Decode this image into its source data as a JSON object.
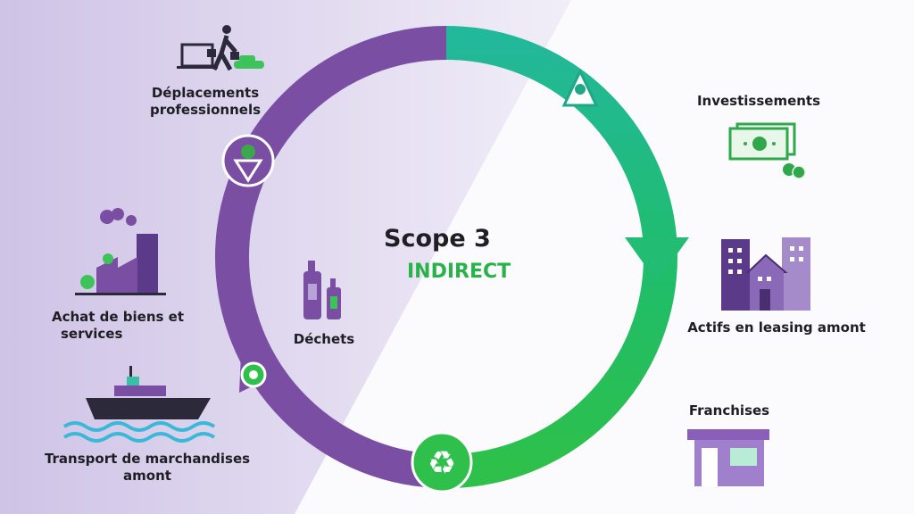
{
  "center": {
    "title": "Scope 3",
    "subtitle": "INDIRECT"
  },
  "categories": [
    {
      "label_line1": "Déplacements",
      "label_line2": "professionnels",
      "icon": "business-travel-icon"
    },
    {
      "label_line1": "Achat de biens et",
      "label_line2": "services",
      "icon": "factory-icon"
    },
    {
      "label_line1": "Transport de marchandises",
      "label_line2": "amont",
      "icon": "ship-icon"
    },
    {
      "label_line1": "Déchets",
      "icon": "bottles-icon"
    },
    {
      "label_line1": "Investissements",
      "icon": "money-icon"
    },
    {
      "label_line1": "Actifs en leasing amont",
      "icon": "buildings-icon"
    },
    {
      "label_line1": "Franchises",
      "icon": "storefront-icon"
    }
  ],
  "colors": {
    "purple": "#7a4fa3",
    "teal": "#22b89a",
    "green": "#2ec04a",
    "dark": "#1e1e24"
  }
}
